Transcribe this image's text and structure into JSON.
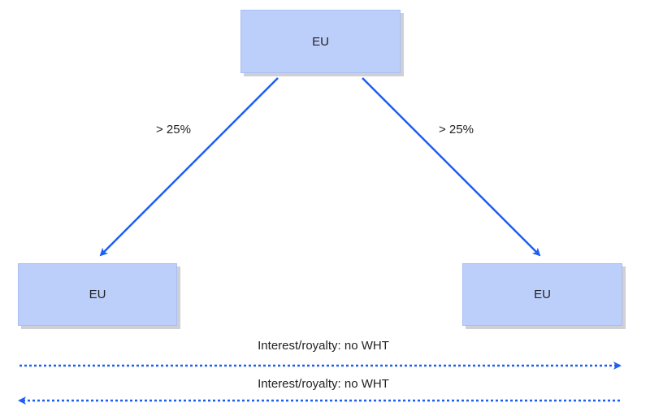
{
  "nodes": {
    "parent": "EU",
    "subsidiary_left": "EU",
    "subsidiary_right": "EU"
  },
  "ownership_labels": {
    "left": "> 25%",
    "right": "> 25%"
  },
  "payment_flows": {
    "to_right": "Interest/royalty: no WHT",
    "to_left": "Interest/royalty: no WHT"
  },
  "colors": {
    "box_fill": "#bccffb",
    "arrow": "#1e5ef0"
  }
}
